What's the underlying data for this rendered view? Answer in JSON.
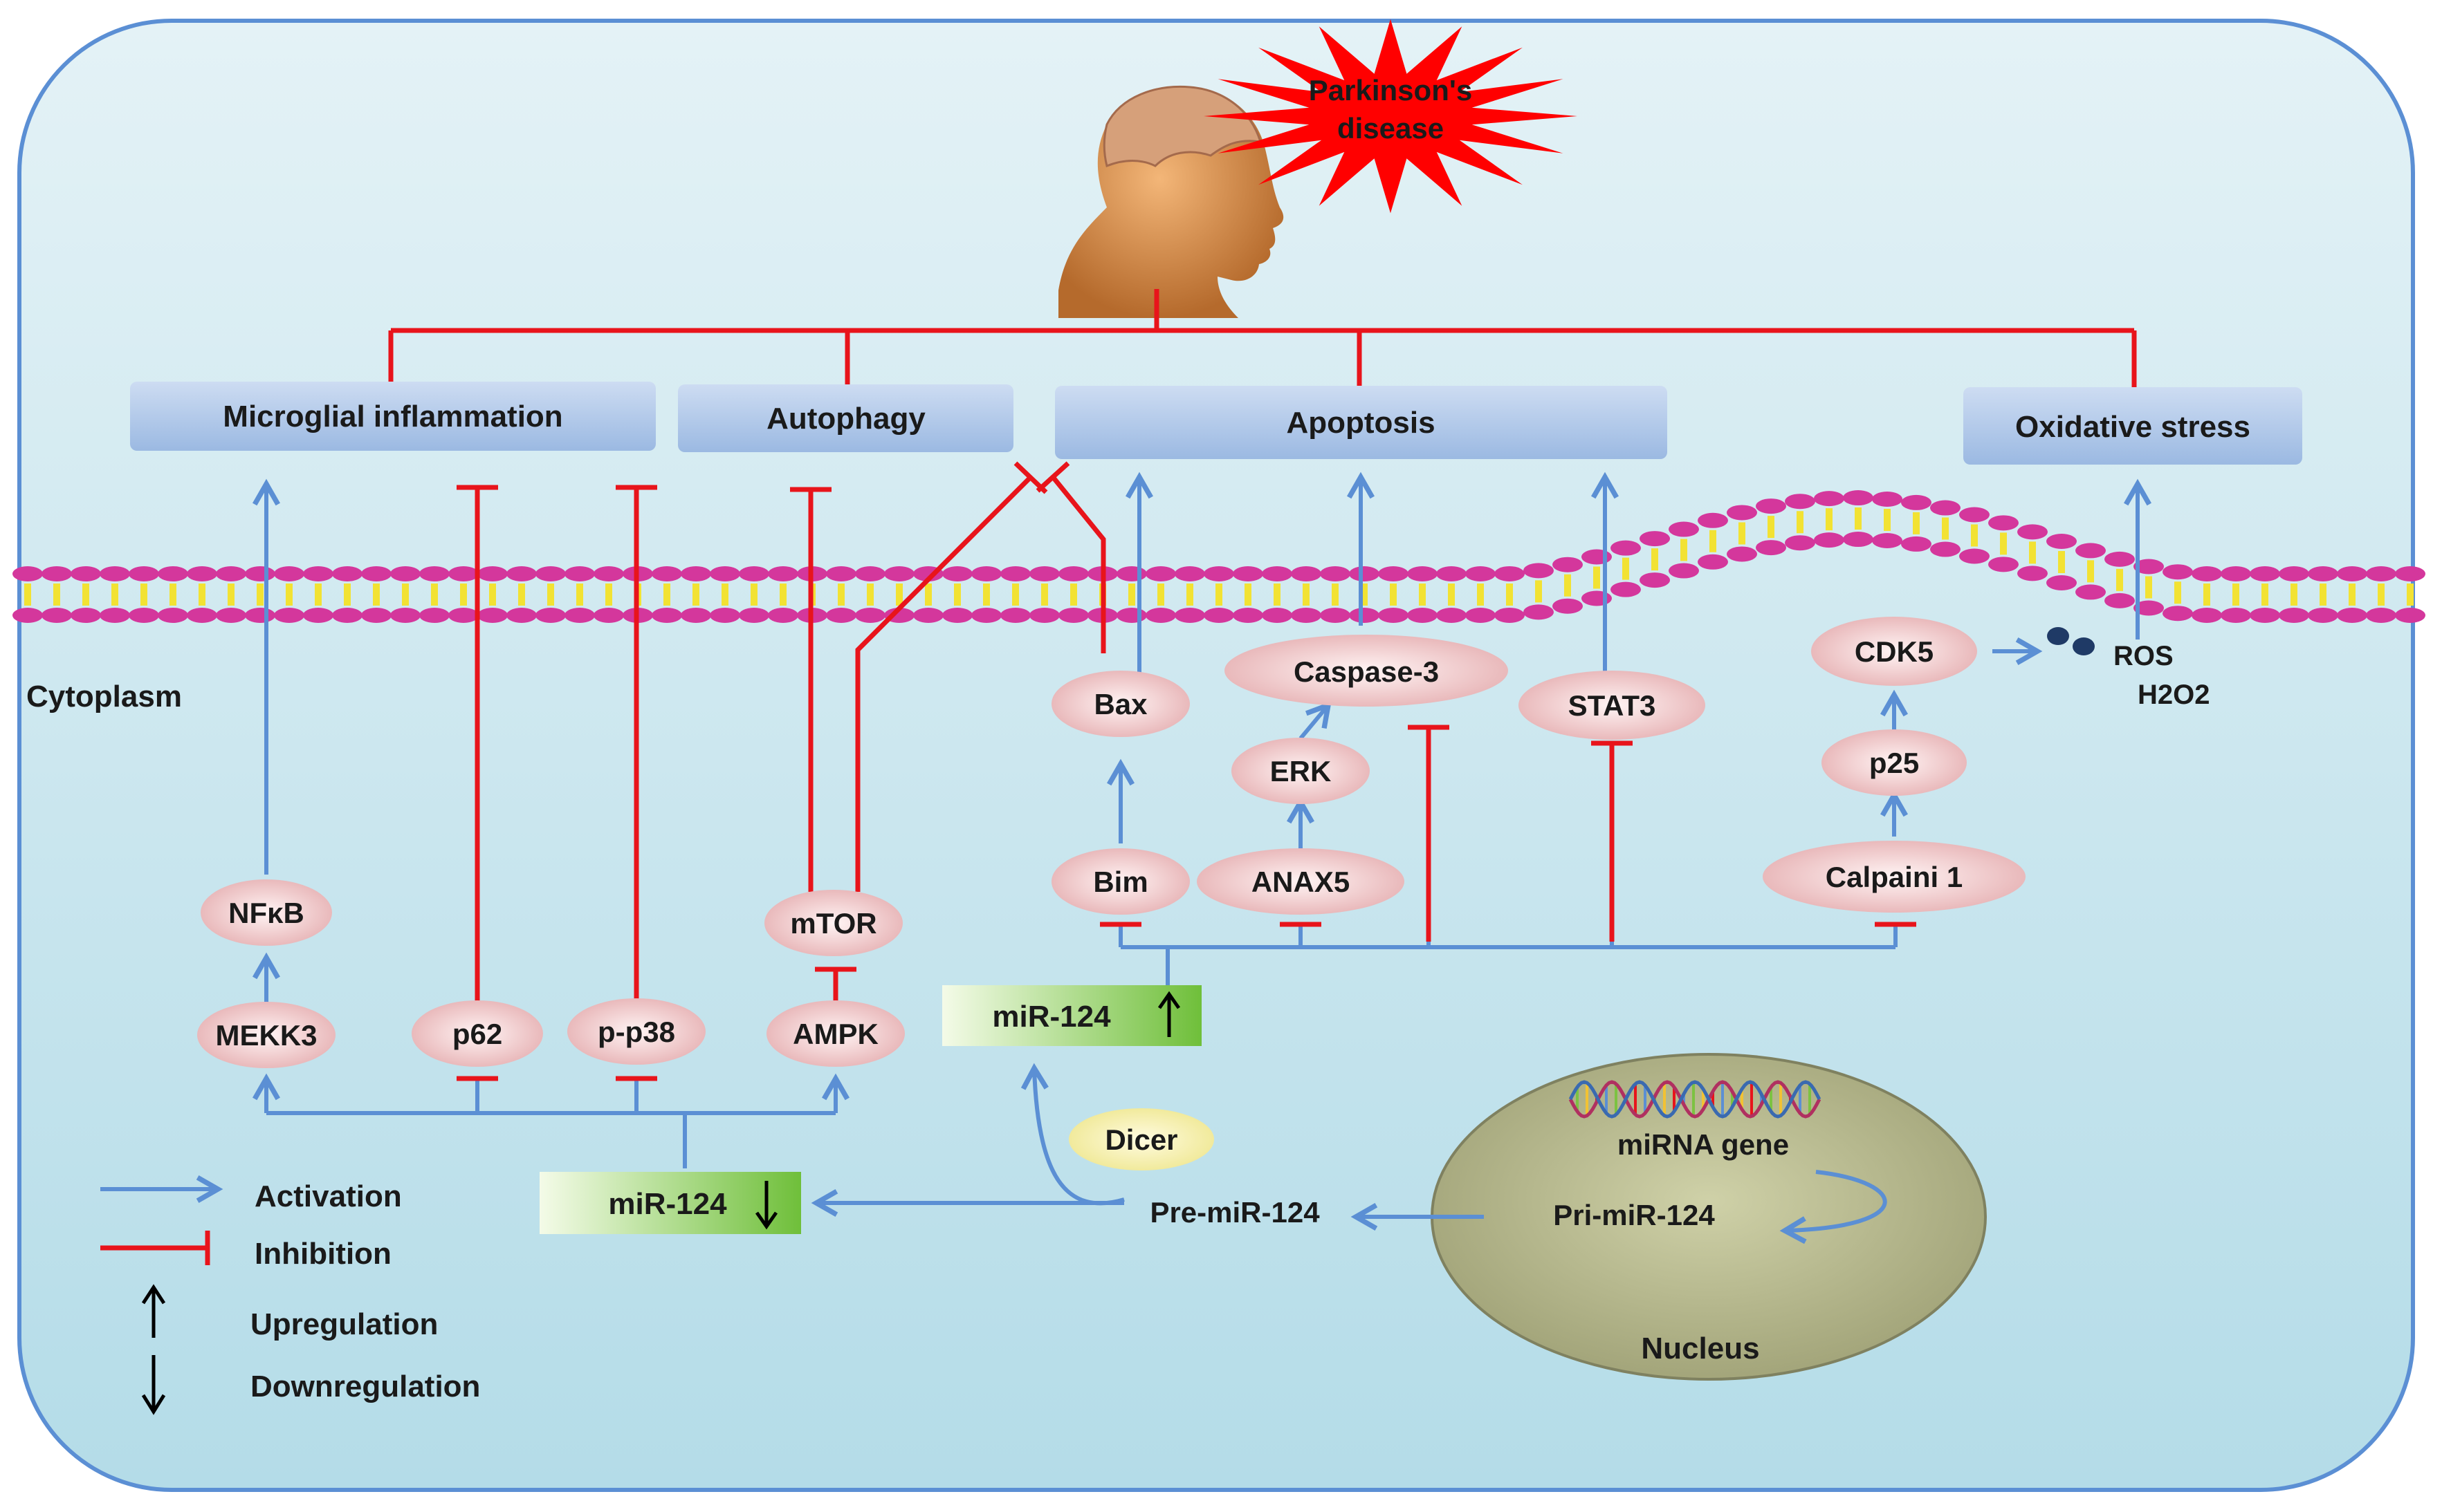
{
  "title_burst": {
    "line1": "Parkinson's",
    "line2": "disease"
  },
  "compartments": {
    "cytoplasm": "Cytoplasm",
    "nucleus": "Nucleus"
  },
  "processes": {
    "microglial": "Microglial inflammation",
    "autophagy": "Autophagy",
    "apoptosis": "Apoptosis",
    "oxidative": "Oxidative stress"
  },
  "nodes": {
    "nfkb": "NFκB",
    "mekk3": "MEKK3",
    "p62": "p62",
    "pp38": "p-p38",
    "mtor": "mTOR",
    "ampk": "AMPK",
    "bax": "Bax",
    "bim": "Bim",
    "caspase3": "Caspase-3",
    "erk": "ERK",
    "anax5": "ANAX5",
    "stat3": "STAT3",
    "cdk5": "CDK5",
    "p25": "p25",
    "calpain": "Calpaini 1",
    "ros": "ROS",
    "h2o2": "H2O2",
    "dicer": "Dicer",
    "mirna_gene": "miRNA gene",
    "pri_mir": "Pri-miR-124",
    "pre_mir": "Pre-miR-124",
    "mir_up": "miR-124",
    "mir_down": "miR-124"
  },
  "legend": {
    "activation": "Activation",
    "inhibition": "Inhibition",
    "upregulation": "Upregulation",
    "downregulation": "Downregulation"
  },
  "colors": {
    "cell_bg": "#c9e6ef",
    "activation": "#5b8fd4",
    "inhibition": "#e8141b",
    "node_fill": "#f0c8c8",
    "process_box": "#a9c4e6",
    "mirna_box": "#7cc242",
    "nucleus": "#b6b88c",
    "membrane_head": "#d4379c",
    "membrane_tail": "#f2e233",
    "burst": "#ff0000"
  }
}
